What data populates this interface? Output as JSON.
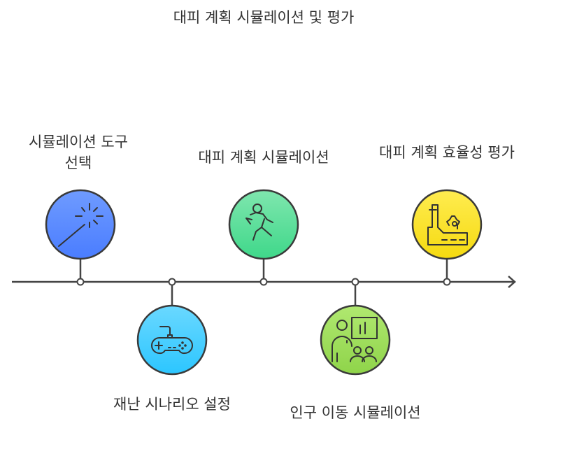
{
  "title": "대피 계획 시뮬레이션 및 평가",
  "steps": [
    {
      "label_line1": "시뮬레이션 도구",
      "label_line2": "선택",
      "icon": "magic-wand-icon",
      "color_top": "#6f9bff",
      "color_bottom": "#4a7dff"
    },
    {
      "label": "재난 시나리오 설정",
      "icon": "gamepad-icon",
      "color_top": "#6ad8ff",
      "color_bottom": "#2cc6ff"
    },
    {
      "label": "대피 계획 시뮬레이션",
      "icon": "running-person-icon",
      "color_top": "#7fe6ae",
      "color_bottom": "#3fd88a"
    },
    {
      "label": "인구 이동 시뮬레이션",
      "icon": "presentation-audience-icon",
      "color_top": "#b0e870",
      "color_bottom": "#8fd44a"
    },
    {
      "label": "대피 계획 효율성 평가",
      "icon": "factory-gear-icon",
      "color_top": "#ffec50",
      "color_bottom": "#f5da10"
    }
  ]
}
